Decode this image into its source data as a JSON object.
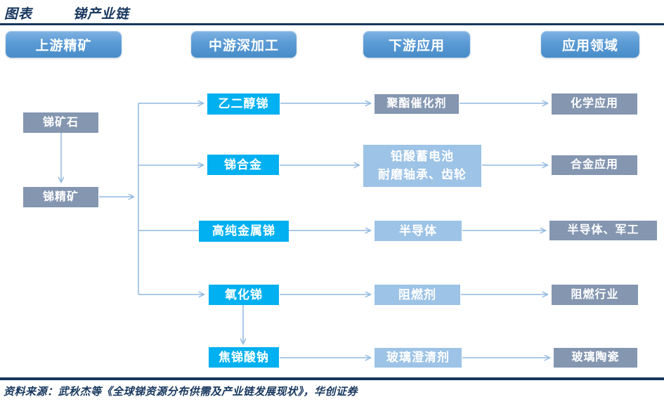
{
  "title": {
    "prefix": "图表",
    "name": "锑产业链"
  },
  "headers": [
    {
      "label": "上游精矿"
    },
    {
      "label": "中游深加工"
    },
    {
      "label": "下游应用"
    },
    {
      "label": "应用领域"
    }
  ],
  "nodes": {
    "ore": {
      "label": "锑矿石"
    },
    "concentrate": {
      "label": "锑精矿"
    },
    "glycol": {
      "label": "乙二醇锑"
    },
    "alloy": {
      "label": "锑合金"
    },
    "metal": {
      "label": "高纯金属锑"
    },
    "oxide": {
      "label": "氧化锑"
    },
    "pyroantimonate": {
      "label": "焦锑酸钠"
    },
    "catalyst": {
      "label": "聚酯催化剂"
    },
    "battery": {
      "line1": "铅酸蓄电池",
      "line2": "耐磨轴承、齿轮"
    },
    "semiconductor": {
      "label": "半导体"
    },
    "retardant": {
      "label": "阻燃剂"
    },
    "clarifier": {
      "label": "玻璃澄清剂"
    },
    "chemical_app": {
      "label": "化学应用"
    },
    "alloy_app": {
      "label": "合金应用"
    },
    "semi_military": {
      "label": "半导体、军工"
    },
    "retardant_industry": {
      "label": "阻燃行业"
    },
    "glass_ceramics": {
      "label": "玻璃陶瓷"
    }
  },
  "source": {
    "text": "资料来源：武秋杰等《全球锑资源分布供需及产业链发展现状》，华创证券"
  },
  "colors": {
    "navy": "#17375E",
    "bright_blue": "#00B0F0",
    "slate_blue": "#8496B0",
    "light_blue": "#9DC3E6",
    "header_blue": "#5B9BD5",
    "connector_blue": "#90B8E0"
  }
}
